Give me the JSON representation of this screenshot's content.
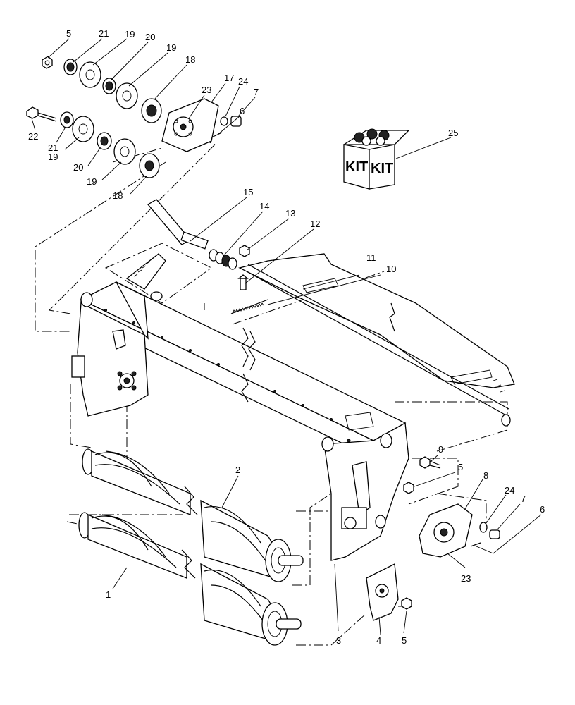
{
  "kit": {
    "label_left": "KIT",
    "label_right": "KIT"
  },
  "callouts": [
    {
      "id": "c5a",
      "text": "5"
    },
    {
      "id": "c21a",
      "text": "21"
    },
    {
      "id": "c19a",
      "text": "19"
    },
    {
      "id": "c20a",
      "text": "20"
    },
    {
      "id": "c19b",
      "text": "19"
    },
    {
      "id": "c18a",
      "text": "18"
    },
    {
      "id": "c17",
      "text": "17"
    },
    {
      "id": "c24a",
      "text": "24"
    },
    {
      "id": "c7a",
      "text": "7"
    },
    {
      "id": "c23a",
      "text": "23"
    },
    {
      "id": "c6a",
      "text": "6"
    },
    {
      "id": "c22",
      "text": "22"
    },
    {
      "id": "c21b",
      "text": "21"
    },
    {
      "id": "c19c",
      "text": "19"
    },
    {
      "id": "c20b",
      "text": "20"
    },
    {
      "id": "c19d",
      "text": "19"
    },
    {
      "id": "c18b",
      "text": "18"
    },
    {
      "id": "c25",
      "text": "25"
    },
    {
      "id": "c15",
      "text": "15"
    },
    {
      "id": "c14",
      "text": "14"
    },
    {
      "id": "c13",
      "text": "13"
    },
    {
      "id": "c12",
      "text": "12"
    },
    {
      "id": "c11",
      "text": "11"
    },
    {
      "id": "c10",
      "text": "10"
    },
    {
      "id": "c2",
      "text": "2"
    },
    {
      "id": "c9",
      "text": "9"
    },
    {
      "id": "c5b",
      "text": "5"
    },
    {
      "id": "c8",
      "text": "8"
    },
    {
      "id": "c24b",
      "text": "24"
    },
    {
      "id": "c7b",
      "text": "7"
    },
    {
      "id": "c6b",
      "text": "6"
    },
    {
      "id": "c23b",
      "text": "23"
    },
    {
      "id": "c1",
      "text": "1"
    },
    {
      "id": "c3",
      "text": "3"
    },
    {
      "id": "c4",
      "text": "4"
    },
    {
      "id": "c5c",
      "text": "5"
    }
  ]
}
